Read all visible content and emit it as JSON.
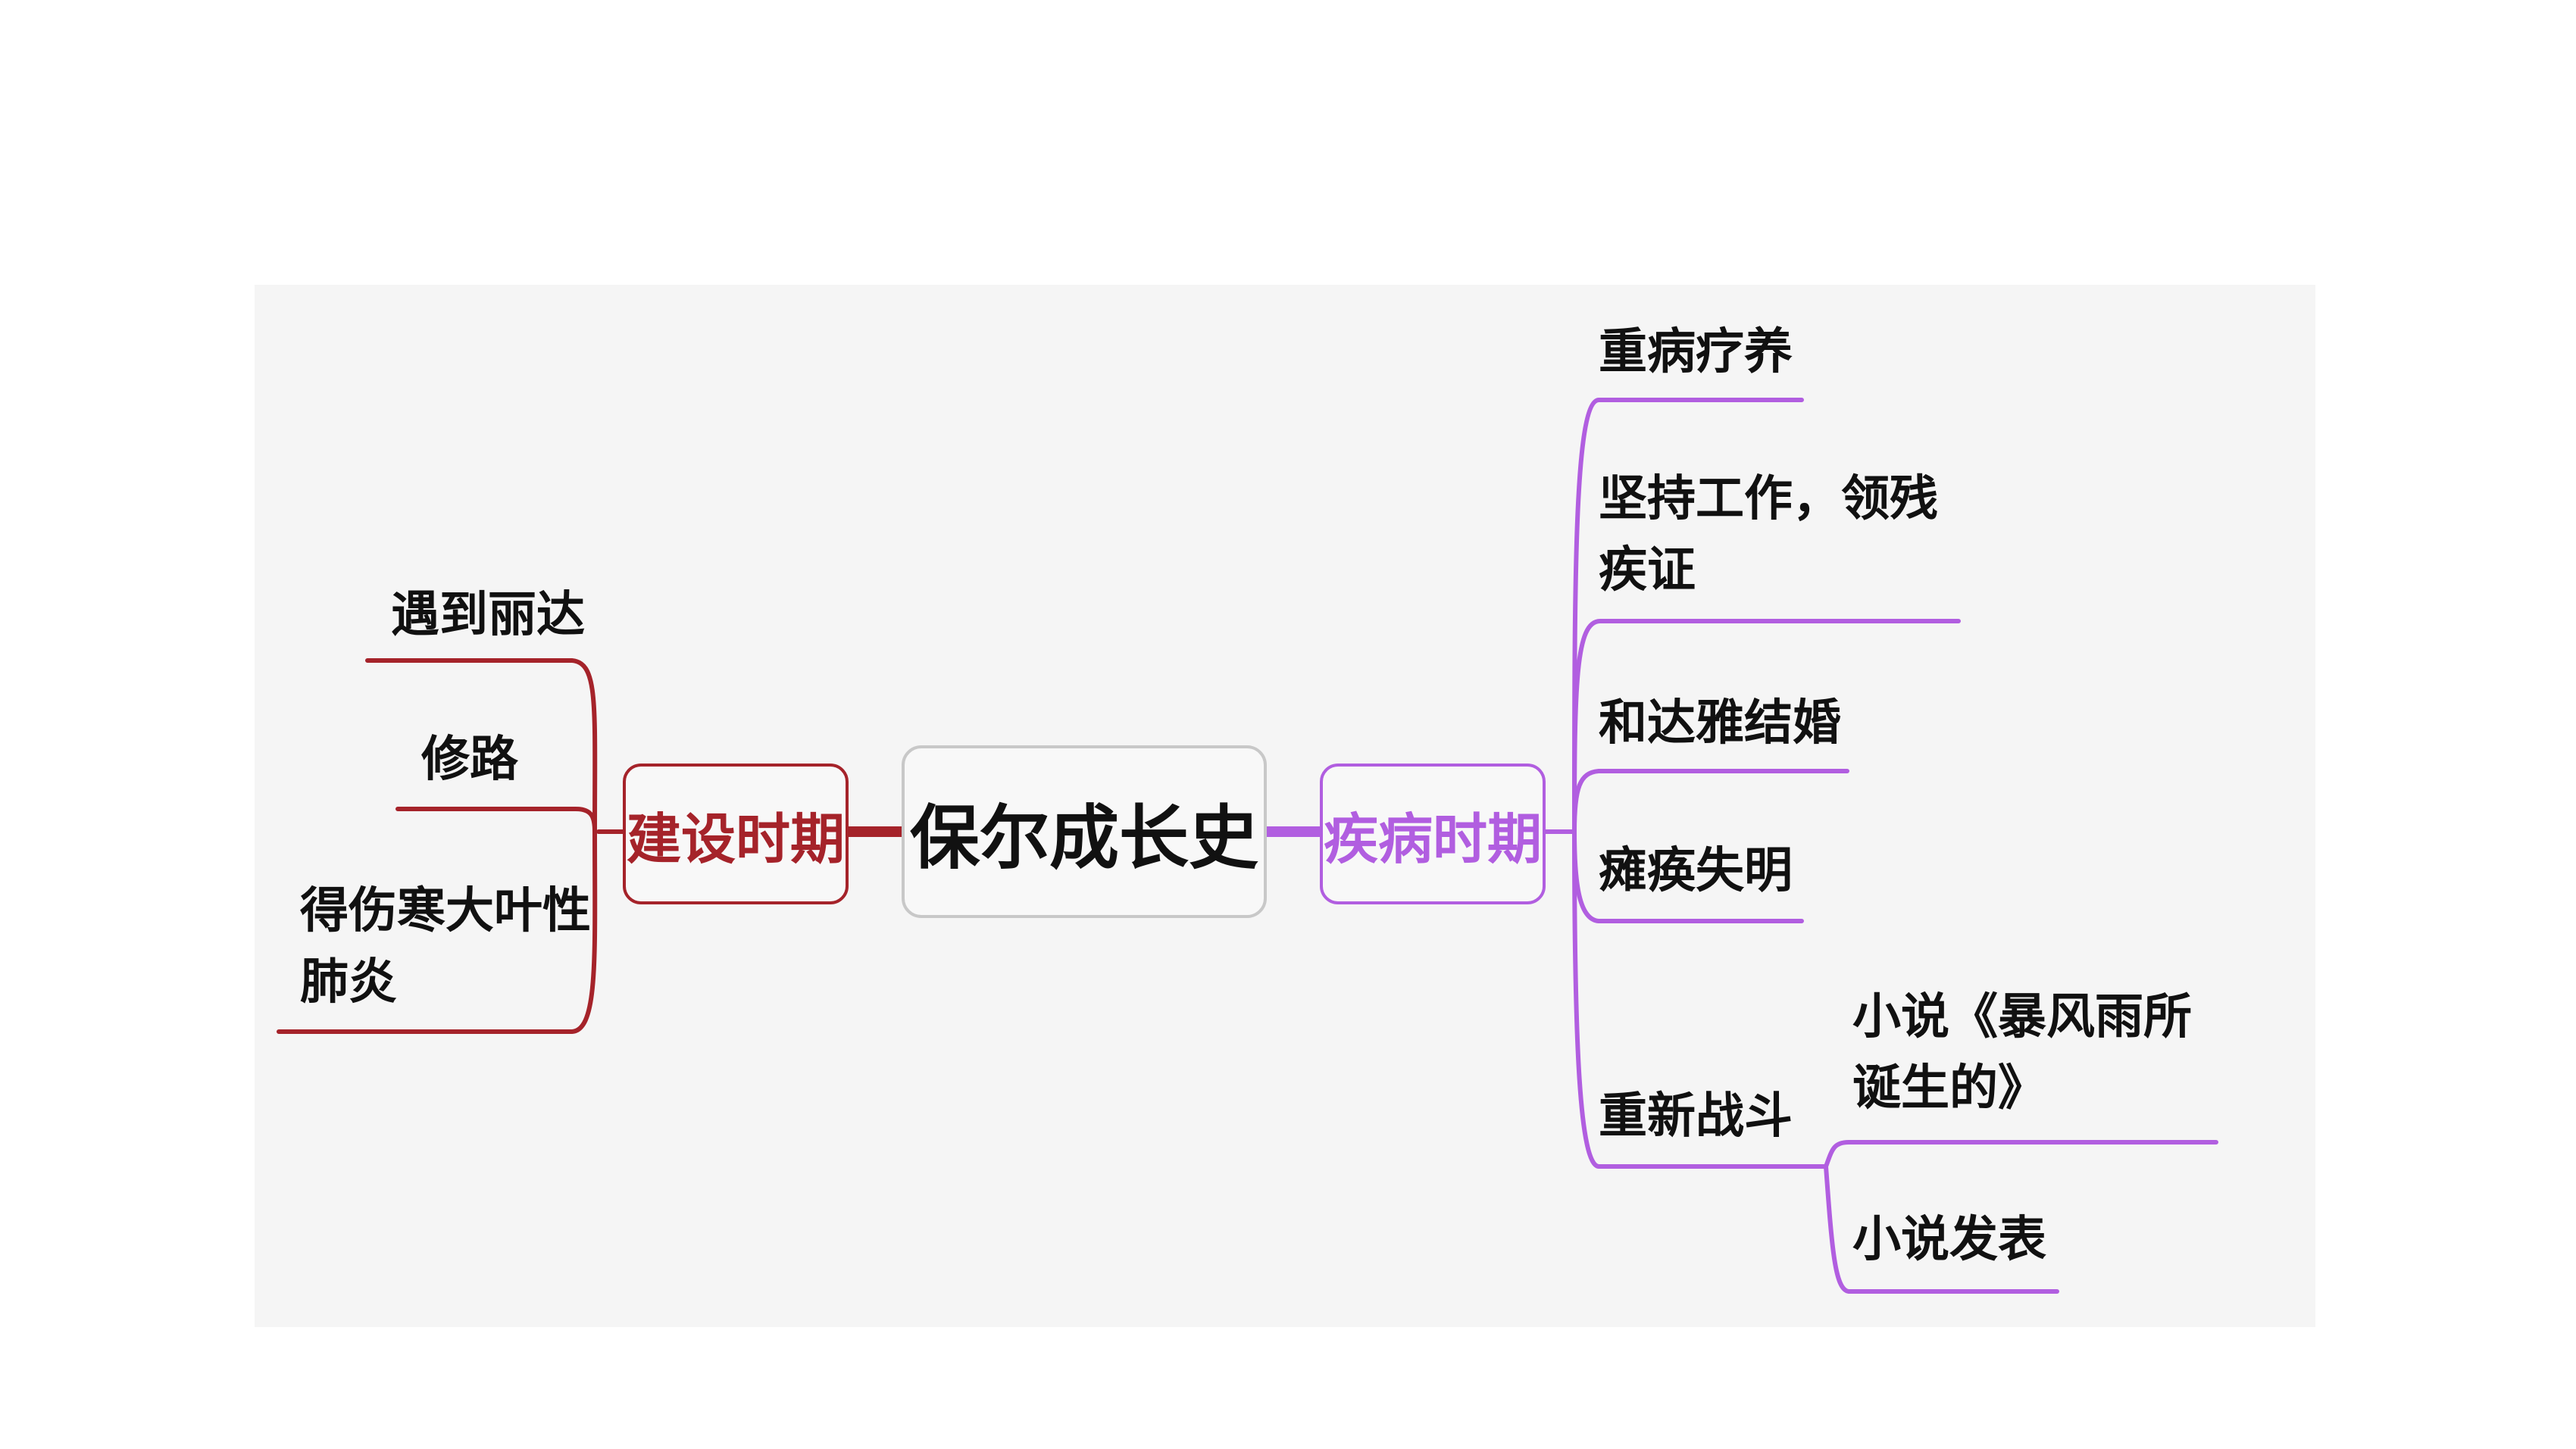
{
  "colors": {
    "left_branch": "#a5232a",
    "right_branch": "#b15ee0",
    "root_border": "#c8c8c8",
    "background": "#f5f5f5"
  },
  "root": {
    "label": "保尔成长史"
  },
  "left": {
    "label": "建设时期",
    "children": [
      {
        "label": "遇到丽达"
      },
      {
        "label": "修路"
      },
      {
        "label_line1": "得伤寒大叶性",
        "label_line2": "肺炎"
      }
    ]
  },
  "right": {
    "label": "疾病时期",
    "children": [
      {
        "label": "重病疗养"
      },
      {
        "label_line1": "坚持工作，领残",
        "label_line2": "疾证"
      },
      {
        "label": "和达雅结婚"
      },
      {
        "label": "瘫痪失明"
      },
      {
        "label": "重新战斗",
        "children": [
          {
            "label_line1": "小说《暴风雨所",
            "label_line2": "诞生的》"
          },
          {
            "label": "小说发表"
          }
        ]
      }
    ]
  }
}
